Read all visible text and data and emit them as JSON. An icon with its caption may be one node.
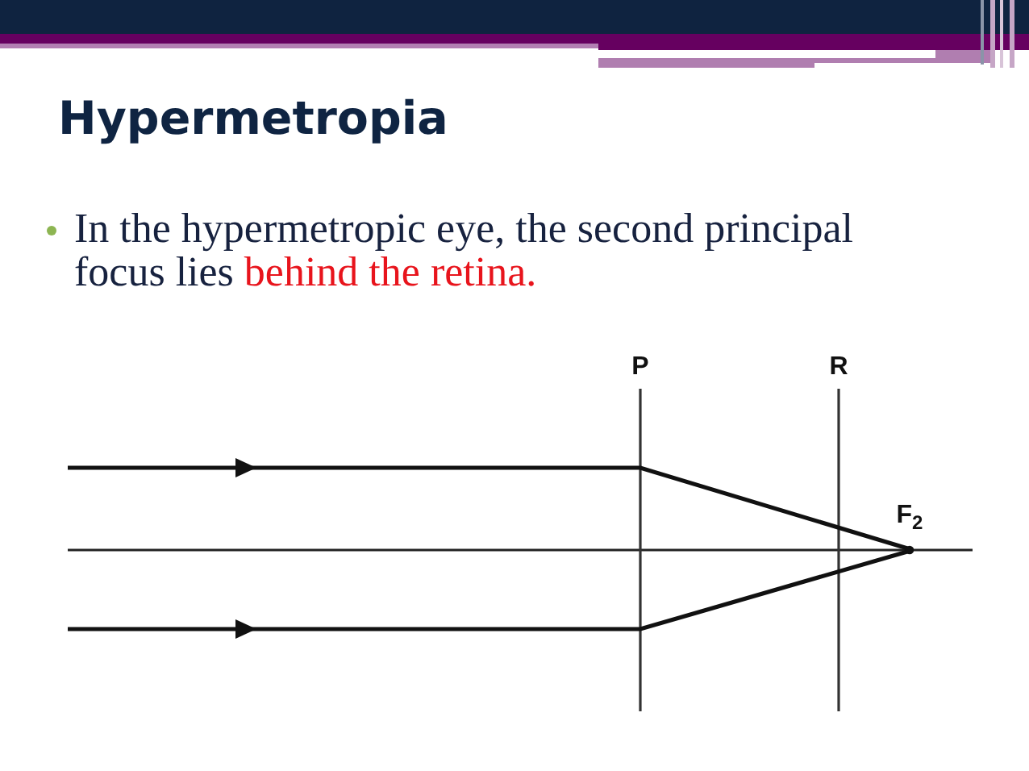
{
  "diagram": {
    "title": "Hypermetropia",
    "labels": [
      "In the hypermetropic eye, the second principal focus lies",
      "behind the retina.",
      "P",
      "R",
      "F$_{2}$"
    ]
  }
}
